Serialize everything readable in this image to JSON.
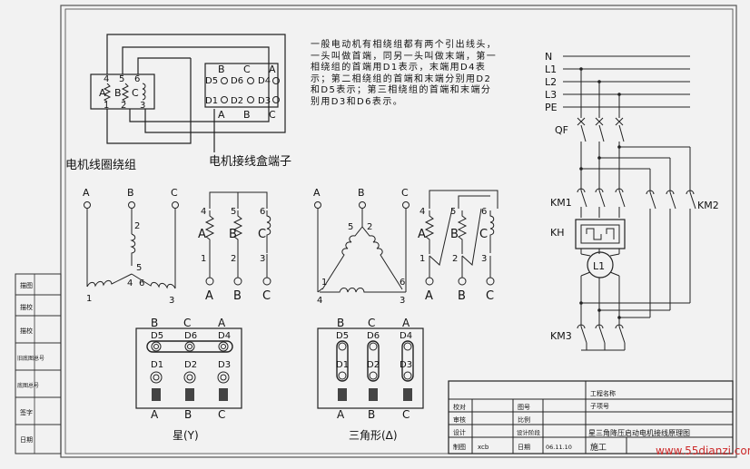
{
  "coil_block": {
    "caption": "电机线圈绕组",
    "top_nums": [
      "4",
      "5",
      "6"
    ],
    "letters": [
      "A",
      "B",
      "C"
    ],
    "bottom_nums": [
      "1",
      "2",
      "3"
    ]
  },
  "terminal_block": {
    "caption": "电机接线盒端子",
    "top_letters": [
      "B",
      "C",
      "A"
    ],
    "mid_labels": [
      "D5",
      "D6",
      "D4"
    ],
    "bot_labels": [
      "D1",
      "D2",
      "D3"
    ],
    "bottom_letters": [
      "A",
      "B",
      "C"
    ]
  },
  "description": "一般电动机有相绕组都有两个引出线头，一头叫做首端，同另一头叫做末端，第一相绕组的首端用D1表示，末端用D4表示；第二相绕组的首端和末端分别用D2和D5表示；第三相绕组的首端和末端分别用D3和D6表示。",
  "star_wye": {
    "top_letters": [
      "A",
      "B",
      "C"
    ],
    "nums": [
      "1",
      "2",
      "3",
      "4",
      "5",
      "6"
    ],
    "caption": "星(Y)"
  },
  "star_coils": {
    "top_nums": [
      "4",
      "5",
      "6"
    ],
    "letters": [
      "A",
      "B",
      "C"
    ],
    "bottom_nums": [
      "1",
      "2",
      "3"
    ],
    "bottom_letters": [
      "A",
      "B",
      "C"
    ]
  },
  "delta": {
    "top_letters": [
      "A",
      "B",
      "C"
    ],
    "nums": [
      "5",
      "2",
      "1",
      "6",
      "4",
      "3"
    ],
    "caption": "三角形(Δ)"
  },
  "delta_coils": {
    "top_nums": [
      "4",
      "5",
      "6"
    ],
    "letters": [
      "A",
      "B",
      "C"
    ],
    "bottom_nums": [
      "1",
      "2",
      "3"
    ],
    "bottom_letters": [
      "A",
      "B",
      "C"
    ]
  },
  "star_board": {
    "top_letters": [
      "B",
      "C",
      "A"
    ],
    "row1": [
      "D5",
      "D6",
      "D4"
    ],
    "row2": [
      "D1",
      "D2",
      "D3"
    ],
    "bottom_letters": [
      "A",
      "B",
      "C"
    ]
  },
  "delta_board": {
    "top_letters": [
      "B",
      "C",
      "A"
    ],
    "row1": [
      "D5",
      "D6",
      "D4"
    ],
    "row2": [
      "D1",
      "D2",
      "D3"
    ],
    "bottom_letters": [
      "A",
      "B",
      "C"
    ]
  },
  "circuit": {
    "lines": [
      "N",
      "L1",
      "L2",
      "L3",
      "PE"
    ],
    "qf": "QF",
    "km1": "KM1",
    "km2": "KM2",
    "kh": "KH",
    "motor": "L1",
    "km3": "KM3"
  },
  "left_strip": [
    "描图",
    "描校",
    "描校",
    "旧底图总号",
    "底图总号",
    "签字",
    "日期"
  ],
  "title_block": {
    "project_name": "工程名称",
    "sub_item": "子项号",
    "drawing_title": "星三角降压启动电机接线原理图",
    "stage": "施工",
    "rows": [
      [
        "校对",
        "",
        "图号",
        ""
      ],
      [
        "审核",
        "",
        "比例",
        ""
      ],
      [
        "设计",
        "",
        "设计阶段",
        ""
      ],
      [
        "制图",
        "xcb",
        "日期",
        "06.11.10"
      ]
    ]
  },
  "watermark": "www.55dianzi.com"
}
